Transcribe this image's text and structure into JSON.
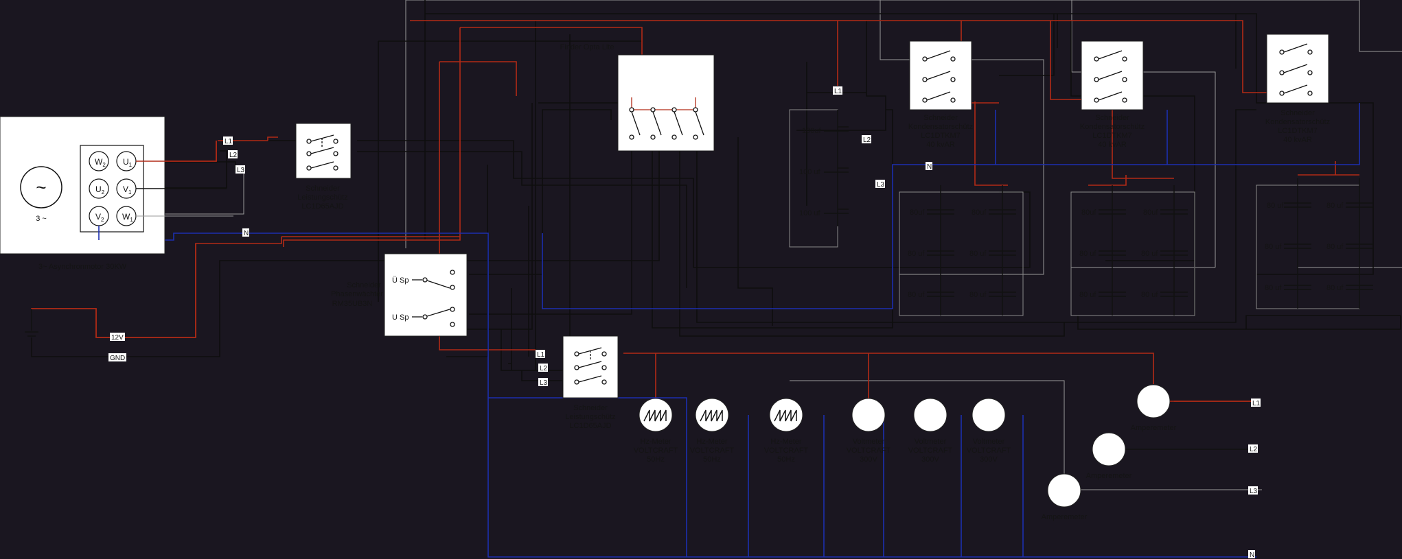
{
  "colors": {
    "background": "#1a1620",
    "phase_l1": "#b22a16",
    "phase_other": "#111111",
    "neutral": "#1c2fb0",
    "light_wire": "#9a9a9a",
    "box_fill": "#ffffff",
    "label_text": "#141414"
  },
  "motor": {
    "symbol": "~",
    "phases": "3 ~",
    "terminals": {
      "w2": "W",
      "w2_sub": "2",
      "u1": "U",
      "u1_sub": "1",
      "u2": "U",
      "u2_sub": "2",
      "v1": "V",
      "v1_sub": "1",
      "v2": "V",
      "v2_sub": "2",
      "w1": "W",
      "w1_sub": "1"
    },
    "caption": "3~ Asynchronmotor 30KW"
  },
  "wire_tags": {
    "l1": "L1",
    "l2": "L2",
    "l3": "L3",
    "n": "N",
    "v12": "12V",
    "gnd": "GND"
  },
  "breaker_main": {
    "line1": "Schneider",
    "line2": "Leistungschütz",
    "line3": "LC1D65AJD"
  },
  "phase_monitor": {
    "line1": "Schneider",
    "line2": "Phasenwächter",
    "line3": "RM35UB3N",
    "u_over": "Ü Sp",
    "u_under": "U Sp"
  },
  "plc": {
    "title": "Finder Opta Lite"
  },
  "breaker_meters": {
    "line1": "Schneider",
    "line2": "Leistungschütz",
    "line3": "LC1D65AJD"
  },
  "capacitor_contactors": [
    {
      "line1": "Schneider",
      "line2": "Kondensatorschütz",
      "line3": "LC1DTKM7",
      "line4": "40 kvAR"
    },
    {
      "line1": "Schneider",
      "line2": "Kondensatorschütz",
      "line3": "LC1DTKM7",
      "line4": "40 kvAR"
    },
    {
      "line1": "Schneider",
      "line2": "Kondensatorschütz",
      "line3": "LC1DTKM7",
      "line4": "40 kvAR"
    }
  ],
  "cap_bank_small": [
    "100uf",
    "100 uf",
    "100 uf"
  ],
  "cap_bank_1": [
    "80uf",
    "80uf",
    "80 uf",
    "80 uf",
    "80 uf",
    "80 uf"
  ],
  "cap_bank_2": [
    "80uf",
    "80uf",
    "80 uf",
    "80 uf",
    "80 uf",
    "80 uf"
  ],
  "cap_bank_3": [
    "80 uf",
    "80 uf",
    "80 uf",
    "80 uf",
    "80 uf",
    "80 uf"
  ],
  "meters": [
    {
      "line1": "Hz-Meter",
      "line2": "VOLTCRAFT",
      "line3": "50Hz"
    },
    {
      "line1": "Hz-Meter",
      "line2": "VOLTCRAFT",
      "line3": "50Hz"
    },
    {
      "line1": "Hz-Meter",
      "line2": "VOLTCRAFT",
      "line3": "50Hz"
    },
    {
      "line1": "Voltmeter",
      "line2": "VOLTCRAFT",
      "line3": "300V"
    },
    {
      "line1": "Voltmeter",
      "line2": "VOLTCRAFT",
      "line3": "300V"
    },
    {
      "line1": "Voltmeter",
      "line2": "VOLTCRAFT",
      "line3": "300V"
    }
  ],
  "ammeters": [
    "Amperemeter",
    "Amperemeter",
    "Amperemeter"
  ],
  "out_tags": {
    "l1": "L1",
    "l2": "L2",
    "l3": "L3",
    "n": "N"
  }
}
